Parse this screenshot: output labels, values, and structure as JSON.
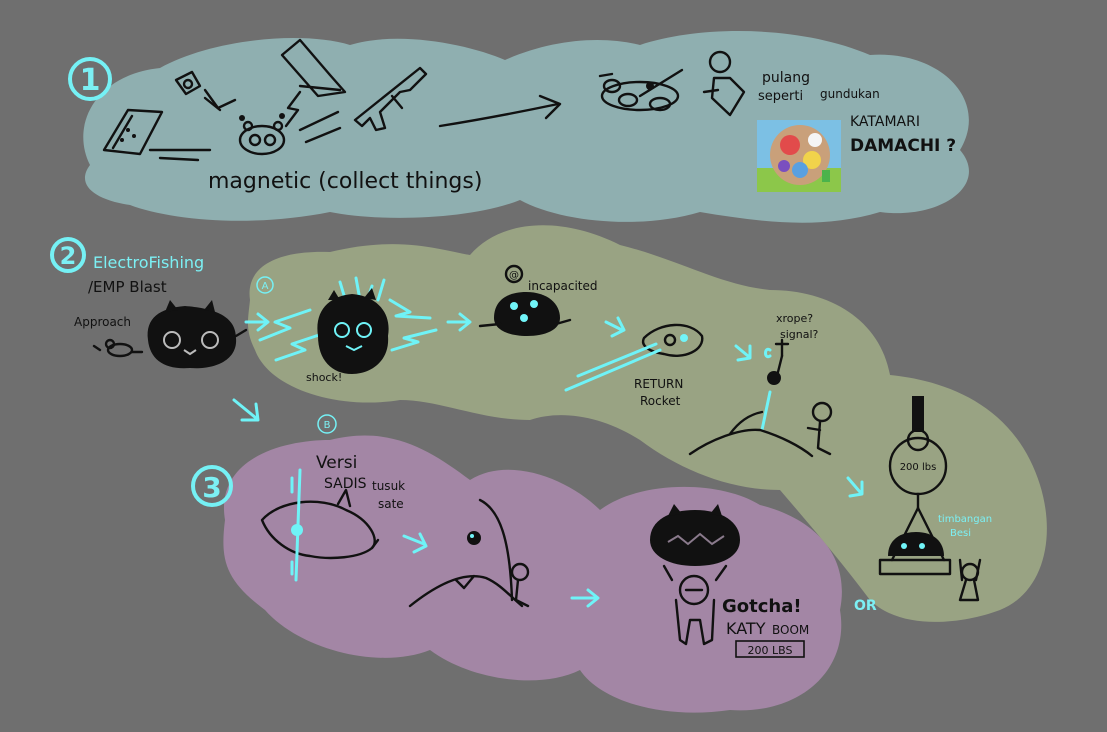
{
  "colors": {
    "background": "#6f6f6f",
    "section1": "#8fafb0",
    "section2": "#99a383",
    "section3": "#a386a5",
    "accent": "#6ff3f7",
    "ink": "#111111"
  },
  "section1": {
    "number": "1",
    "caption": "magnetic (collect things)",
    "note_line1": "pulang",
    "note_line2": "seperti",
    "note_word": "gundukan",
    "katamari_line1": "KATAMARI",
    "katamari_line2": "DAMACHI ?",
    "thumbnail_icon": "katamari-ball-thumbnail"
  },
  "section2": {
    "number": "2",
    "title_line1": "ElectroFishing",
    "title_line2": "/EMP Blast",
    "approach": "Approach",
    "option_a": "A",
    "shock": "shock!",
    "incapacited": "incapacited",
    "return_line1": "RETURN",
    "return_line2": "Rocket",
    "xrope": "xrope?",
    "signal": "signal?",
    "scale_tag": "200 lbs",
    "scale_caption_line1": "timbangan",
    "scale_caption_line2": "Besi",
    "or_label": "OR"
  },
  "section3": {
    "number": "3",
    "option_b": "B",
    "versi": "Versi",
    "sadis": "SADIS",
    "tusuk_line1": "tusuk",
    "tusuk_line2": "sate",
    "gotcha": "Gotcha!",
    "katy": "KATY",
    "boom": "BOOM",
    "weight": "200 LBS"
  }
}
